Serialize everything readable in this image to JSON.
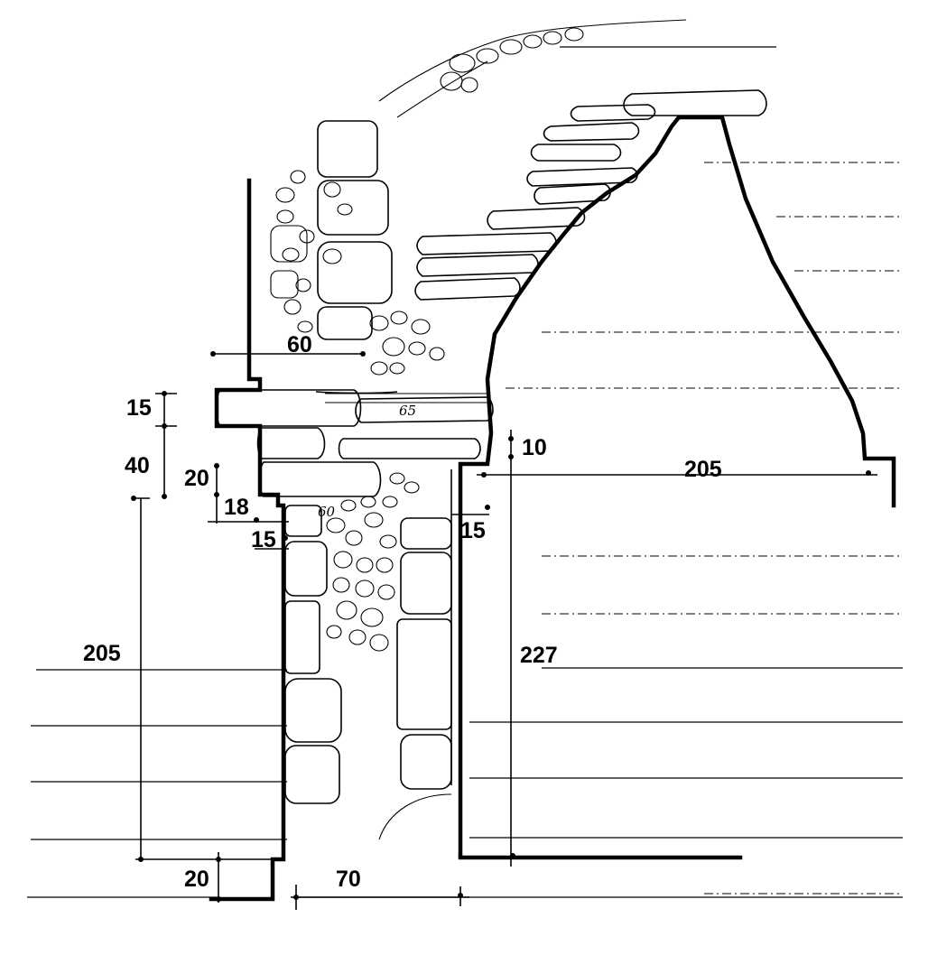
{
  "colors": {
    "ink": "#000000",
    "paper": "#ffffff"
  },
  "dimensions": {
    "d60": "60",
    "d15_top": "15",
    "d40": "40",
    "d20_upper": "20",
    "d18": "18",
    "d15_left": "15",
    "d15_right": "15",
    "d10": "10",
    "d205_right": "205",
    "d205_left": "205",
    "d227": "227",
    "d20_bottom": "20",
    "d70": "70"
  },
  "annotations": {
    "n65": "65",
    "n60": "60"
  }
}
